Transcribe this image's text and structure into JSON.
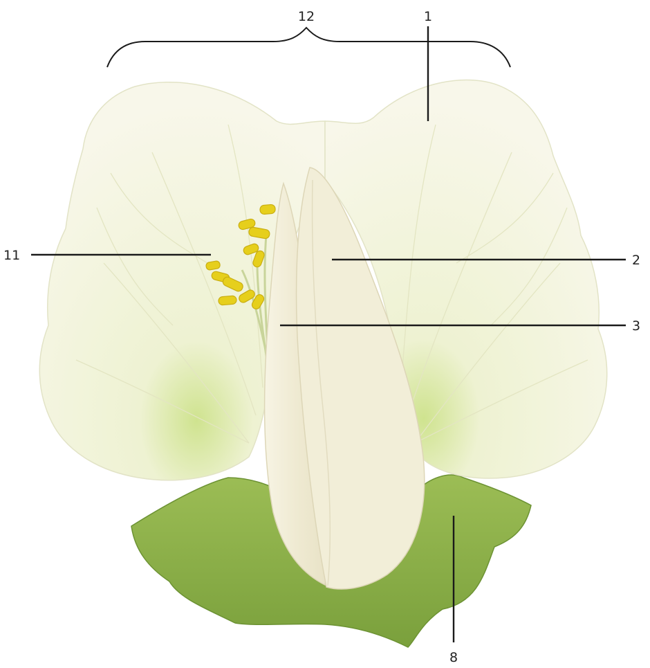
{
  "labels": {
    "banner": "12",
    "standard_petal": "1",
    "wing_petal": "2",
    "keel_petal": "3",
    "stamens": "11",
    "sepal": "8"
  },
  "colors": {
    "petal": "#f6f5e6",
    "petal_vein": "#e4e6c4",
    "petal_base_green": "#d6e7a0",
    "keel": "#f3efd9",
    "sepal": "#8fb24a",
    "sepal_dark": "#6c9233",
    "anther": "#e6cf1c",
    "anther_dark": "#c9ae12",
    "leader_line": "#1a1a1a"
  }
}
